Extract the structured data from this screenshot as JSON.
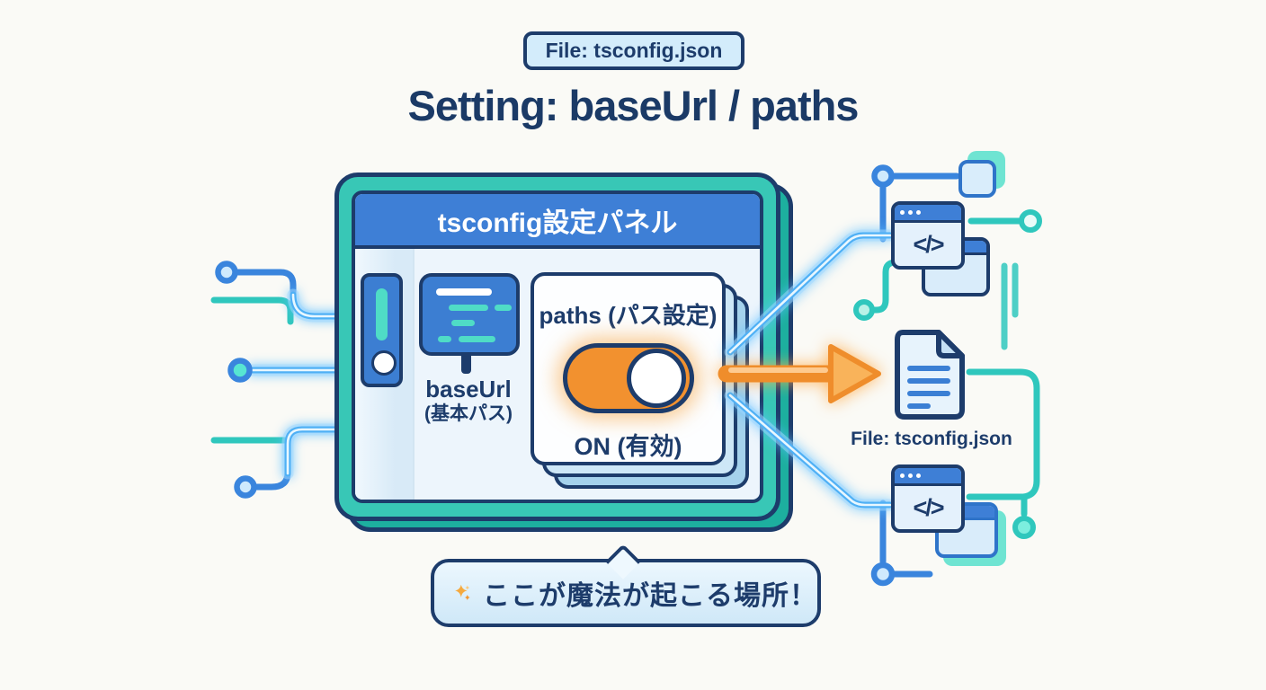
{
  "badge": {
    "label": "File: tsconfig.json"
  },
  "title": "Setting: baseUrl / paths",
  "panel": {
    "header": "tsconfig設定パネル",
    "baseurl": {
      "label": "baseUrl",
      "sublabel": "(基本パス)"
    },
    "card": {
      "title": "paths (パス設定)",
      "toggle_state": "on",
      "status": "ON (有効)"
    }
  },
  "output": {
    "doc_label": "File: tsconfig.json"
  },
  "callout": {
    "text": "ここが魔法が起こる場所！"
  },
  "icons": {
    "code_glyph": "</>",
    "sparkle": "✦"
  },
  "colors": {
    "navy": "#1d3c6b",
    "teal_frame": "#38c7b6",
    "teal_shadow": "#1daf9f",
    "header_blue": "#3e7fd6",
    "accent_teal": "#4fdcc6",
    "toggle_orange": "#f2912f",
    "arrow_orange": "#f9b35a",
    "glow_blue": "#4fb0f5",
    "circuit_blue": "#3a85dd",
    "circuit_teal": "#2fc7bd"
  }
}
